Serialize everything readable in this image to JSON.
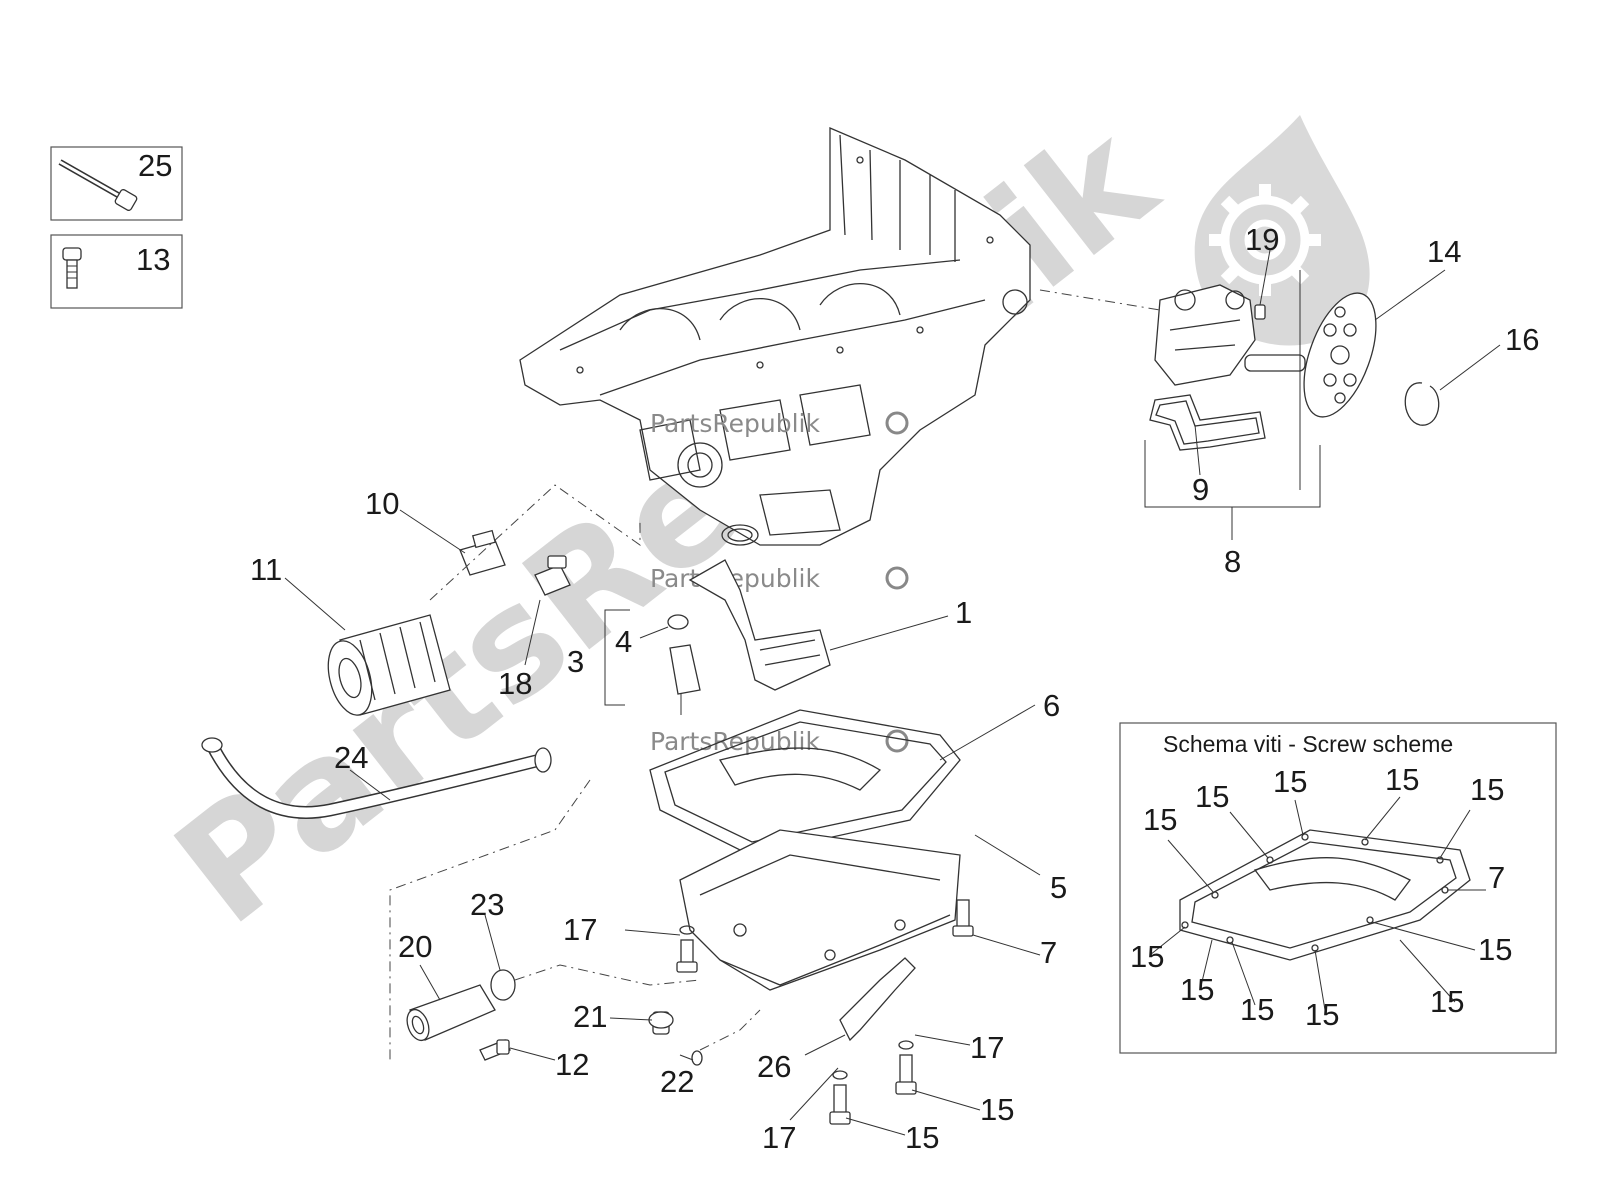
{
  "watermark": {
    "brand": "PartsRepublik",
    "big": "PartsRepublik"
  },
  "legend": {
    "title": "Schema viti - Screw scheme"
  },
  "labels": {
    "p1": "1",
    "p3": "3",
    "p4": "4",
    "p5": "5",
    "p6": "6",
    "p7": "7",
    "p8": "8",
    "p9": "9",
    "p10": "10",
    "p11": "11",
    "p12": "12",
    "p13": "13",
    "p14": "14",
    "p15": "15",
    "p16": "16",
    "p17": "17",
    "p18": "18",
    "p19": "19",
    "p20": "20",
    "p21": "21",
    "p22": "22",
    "p23": "23",
    "p24": "24",
    "p25": "25",
    "p26": "26"
  },
  "colors": {
    "line": "#333333",
    "watermark_big": "#d6d6d6",
    "watermark_small": "#8a8a8a"
  }
}
